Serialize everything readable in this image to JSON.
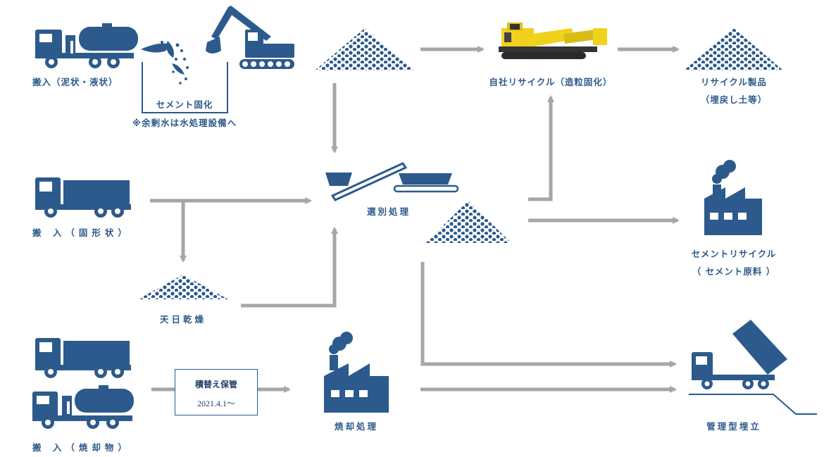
{
  "labels": {
    "intake_sludge": "搬入（泥状・液状）",
    "cement_solidify": "セメント固化",
    "excess_water": "※余剰水は水処理設備へ",
    "self_recycle": "自社リサイクル（造粒固化）",
    "recycled_product": "リサイクル製品",
    "recycled_product_sub": "（埋戻し土等）",
    "intake_solid": "搬 入（固形状）",
    "sorting": "選別処理",
    "cement_recycle": "セメントリサイクル",
    "cement_recycle_sub": "（ セメント原料 ）",
    "sun_drying": "天日乾燥",
    "reload_storage": "積替え保管",
    "reload_date": "2021.4.1～",
    "incineration": "焼却処理",
    "landfill": "管理型埋立",
    "intake_incin": "搬 入（焼却物）"
  },
  "colors": {
    "primary": "#2c5a8c",
    "arrow": "#a6a6a6",
    "machine_yellow": "#f0d21e"
  },
  "icons": [
    "tank-truck-icon",
    "water-splash-icon",
    "excavator-icon",
    "gravel-pile-icon",
    "crusher-machine-icon",
    "dump-truck-icon",
    "conveyor-icon",
    "factory-icon",
    "tipping-truck-icon"
  ]
}
